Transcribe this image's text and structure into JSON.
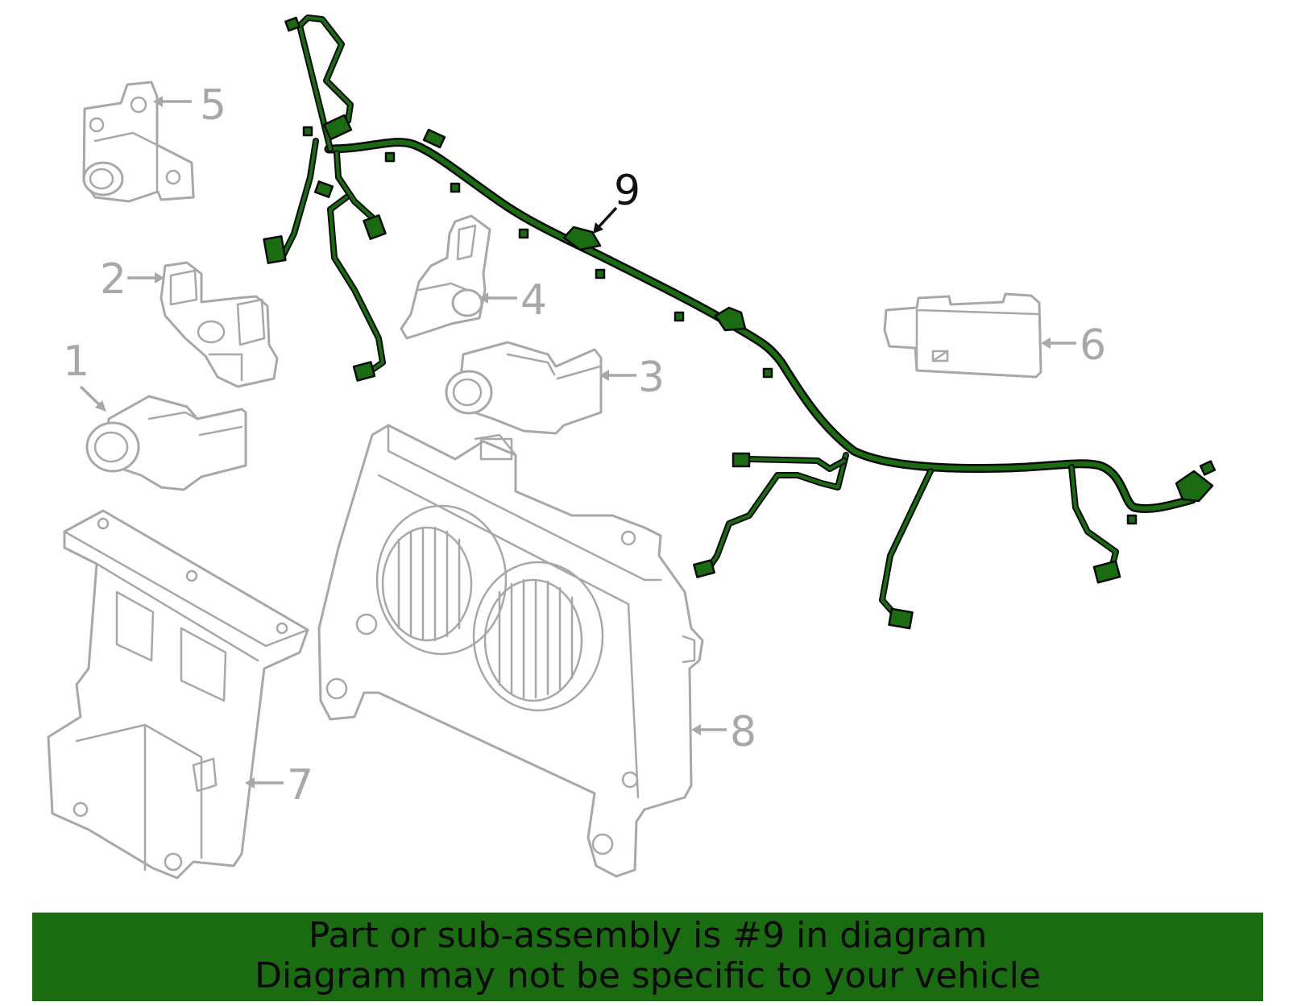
{
  "diagram": {
    "callouts": [
      {
        "id": "1",
        "label": "1",
        "highlight": false
      },
      {
        "id": "2",
        "label": "2",
        "highlight": false
      },
      {
        "id": "3",
        "label": "3",
        "highlight": false
      },
      {
        "id": "4",
        "label": "4",
        "highlight": false
      },
      {
        "id": "5",
        "label": "5",
        "highlight": false
      },
      {
        "id": "6",
        "label": "6",
        "highlight": false
      },
      {
        "id": "7",
        "label": "7",
        "highlight": false
      },
      {
        "id": "8",
        "label": "8",
        "highlight": false
      },
      {
        "id": "9",
        "label": "9",
        "highlight": true
      }
    ],
    "colors": {
      "harness": "#1a6b12",
      "outline": "#0a0a0a",
      "part_lines": "#a8a8a8",
      "banner": "#1a6b12"
    }
  },
  "banner": {
    "line1": "Part or sub-assembly is #9 in diagram",
    "line2": "Diagram may not be specific to your vehicle"
  }
}
